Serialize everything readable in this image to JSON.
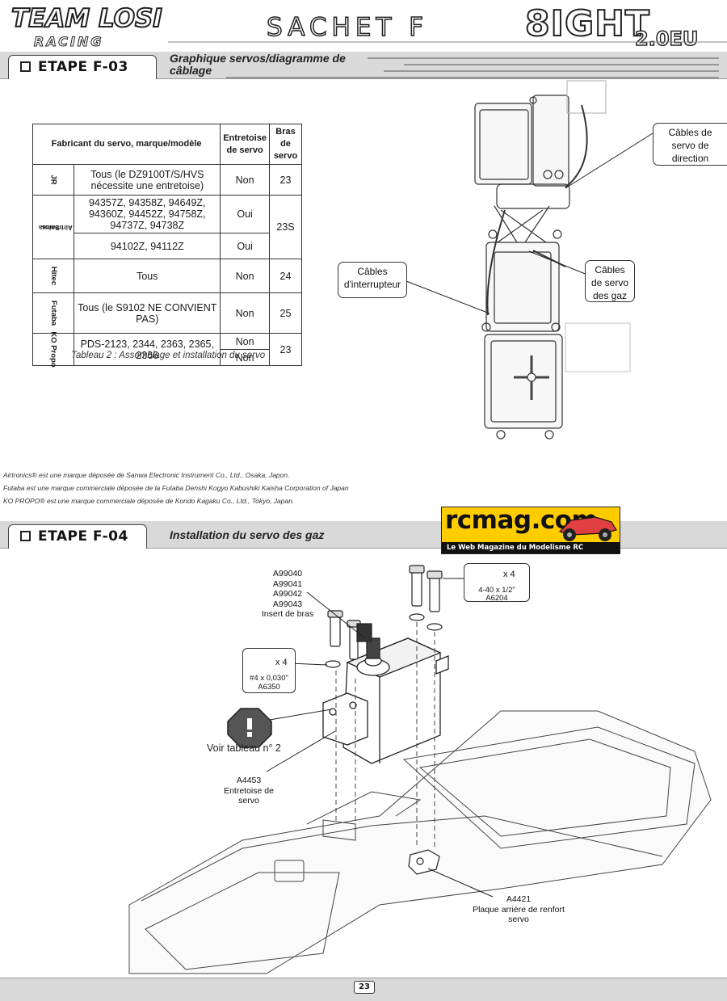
{
  "header": {
    "brand_main": "TEAM LOSI",
    "brand_sub": "RACING",
    "bag": "SACHET F",
    "product": "8IGHT",
    "product_version": "2.0EU"
  },
  "step_f03": {
    "label": "ETAPE F-03",
    "title_line1": "Graphique servos/diagramme de",
    "title_line2": "câblage"
  },
  "servo_table": {
    "headers": {
      "maker": "Fabricant du servo, marque/modèle",
      "spacer": "Entretoise de servo",
      "arm": "Bras de servo"
    },
    "jr": {
      "brand": "JR",
      "model": "Tous (le DZ9100T/S/HVS nécessite une entretoise)",
      "spacer": "Non",
      "arm": "23"
    },
    "airtronics": {
      "brand_a": "Airtronics",
      "brand_b": "Sanwa",
      "model_1": "94357Z, 94358Z, 94649Z, 94360Z, 94452Z, 94758Z, 94737Z, 94738Z",
      "spacer_1": "Oui",
      "model_2": "94102Z, 94112Z",
      "spacer_2": "Oui",
      "arm": "23S"
    },
    "hitec": {
      "brand": "Hitec",
      "model": "Tous",
      "spacer": "Non",
      "arm": "24"
    },
    "futaba": {
      "brand": "Futaba",
      "model": "Tous (le S9102 NE CONVIENT PAS)",
      "spacer": "Non",
      "arm": "25"
    },
    "ko": {
      "brand": "KO Propo",
      "model": "PDS-2123, 2344, 2363, 2365, 2366",
      "spacer_1": "Non",
      "spacer_2": "Non",
      "arm": "23"
    },
    "caption": "Tableau 2 : Assemblage et installation du servo"
  },
  "callouts_f03": {
    "steering": "Câbles de servo de direction",
    "switch": "Câbles d'interrupteur",
    "throttle": "Câbles de servo des gaz"
  },
  "footnotes": [
    "Airtronics® est une marque déposée de Sanwa Electronic Instrument Co., Ltd., Osaka, Japon.",
    "Futaba est une marque commerciale déposée de la Futaba Denshi Kogyo Kabushiki Kaisha Corporation of Japan",
    "KO PROPO® est une marque commerciale déposée de Kondo Kagaku Co., Ltd., Tokyo, Japan."
  ],
  "watermark": {
    "name": "rcmag.com",
    "tagline": "Le Web Magazine du Modelisme RC"
  },
  "step_f04": {
    "label": "ETAPE F-04",
    "title": "Installation du servo des gaz"
  },
  "parts_f04": {
    "horn_insert": "A99040\nA99041\nA99042\nA99043\nInsert de bras",
    "screw_qty": "x 4",
    "screw_spec": "4-40 x 1/2\"",
    "screw_part": "A6204",
    "washer_qty": "x 4",
    "washer_spec": "#4 x 0,030\"",
    "washer_part": "A6350",
    "see_table": "Voir tableau n° 2",
    "spacer": "A4453\nEntretoise de\nservo",
    "rear_plate": "A4421\nPlaque arrière de renfort\nservo"
  },
  "footer": {
    "page": "23"
  }
}
